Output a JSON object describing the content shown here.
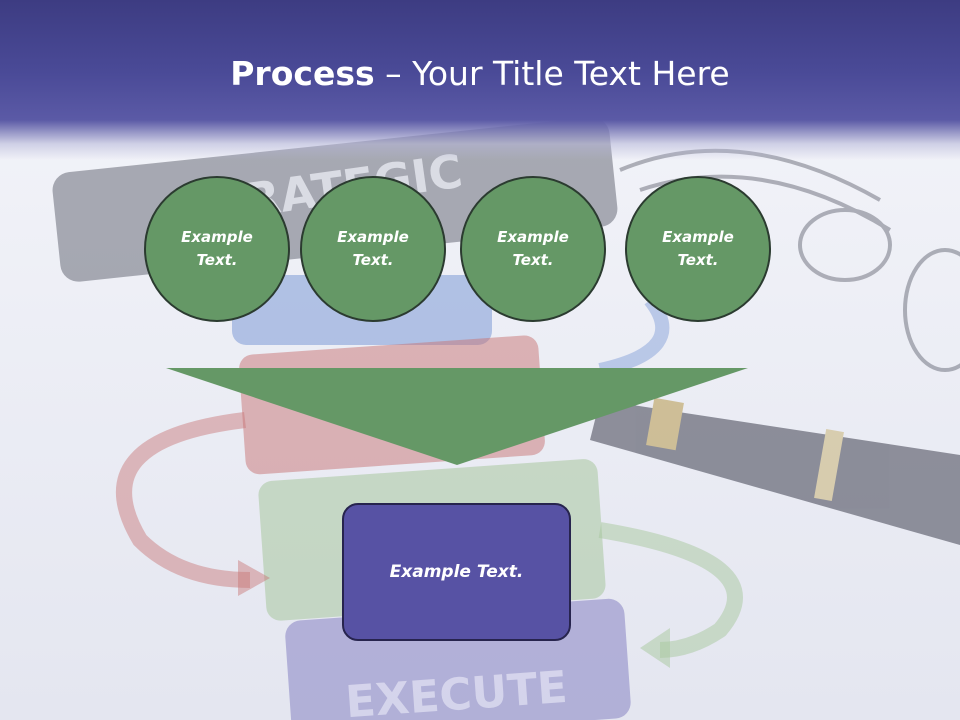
{
  "title": {
    "bold": "Process",
    "rest": " – Your Title Text Here"
  },
  "circles": [
    {
      "label": "Example Text."
    },
    {
      "label": "Example Text."
    },
    {
      "label": "Example Text."
    },
    {
      "label": "Example Text."
    }
  ],
  "result_box": {
    "label": "Example Text."
  },
  "background_image": {
    "words": [
      "STRATEGIC",
      "EXECUTE"
    ],
    "colors": {
      "circle_fill": "#659866",
      "funnel_fill": "#659866",
      "result_fill": "#5752a4",
      "header": "#4a4a97"
    }
  }
}
